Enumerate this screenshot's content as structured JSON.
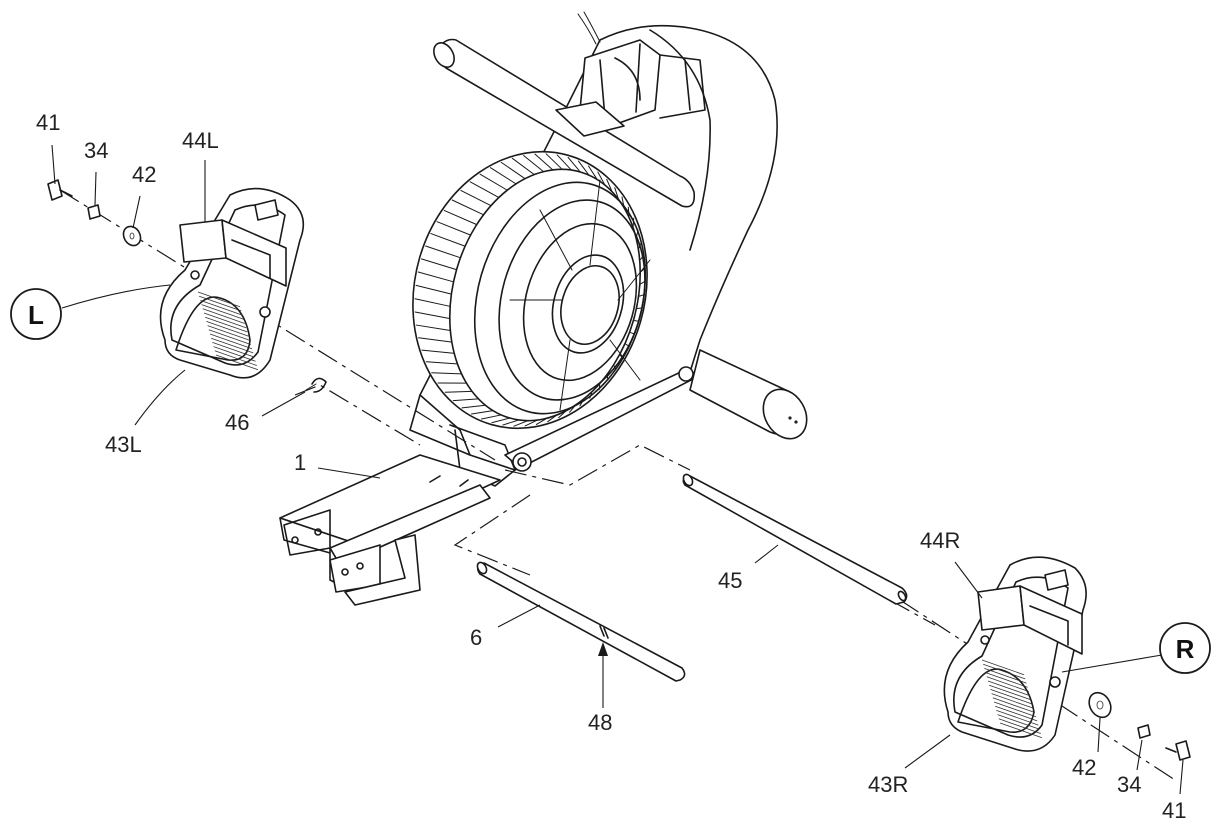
{
  "labels": {
    "p41_left": "41",
    "p34_left": "34",
    "p42_left": "42",
    "p44L": "44L",
    "p43L": "43L",
    "p46": "46",
    "p1": "1",
    "p6": "6",
    "p48": "48",
    "p45": "45",
    "p44R": "44R",
    "p43R": "43R",
    "p42_right": "42",
    "p34_right": "34",
    "p41_right": "41"
  },
  "sides": {
    "left": "L",
    "right": "R"
  }
}
